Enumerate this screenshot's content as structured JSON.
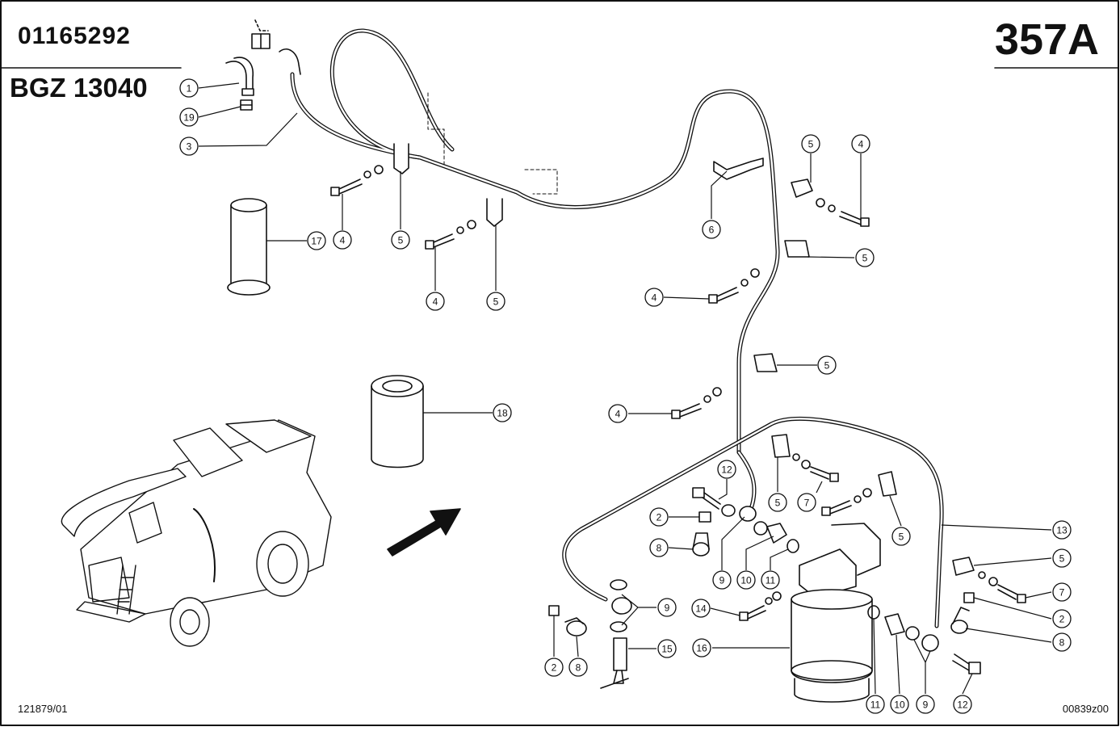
{
  "header": {
    "part_number": "01165292",
    "group_code": "BGZ 13040",
    "page_number": "357A"
  },
  "footer": {
    "left_ref": "121879/01",
    "right_ref": "00839z00"
  },
  "callouts": {
    "c1": "1",
    "c19": "19",
    "c3": "3",
    "c17": "17",
    "c4a": "4",
    "c5a": "5",
    "c4b": "4",
    "c5b": "5",
    "c6": "6",
    "c5c": "5",
    "c4c": "4",
    "c5d": "5",
    "c4d": "4",
    "c5e": "5",
    "c4e": "4",
    "c18": "18",
    "c12a": "12",
    "c2a": "2",
    "c8a": "8",
    "c9a": "9",
    "c10a": "10",
    "c11a": "11",
    "c5f": "5",
    "c7a": "7",
    "c5g": "5",
    "c13": "13",
    "c5h": "5",
    "c7b": "7",
    "c2b": "2",
    "c8b": "8",
    "c9b": "9",
    "c14": "14",
    "c15": "15",
    "c16": "16",
    "c2c": "2",
    "c8c": "8",
    "c11b": "11",
    "c10b": "10",
    "c9c": "9",
    "c12b": "12"
  }
}
